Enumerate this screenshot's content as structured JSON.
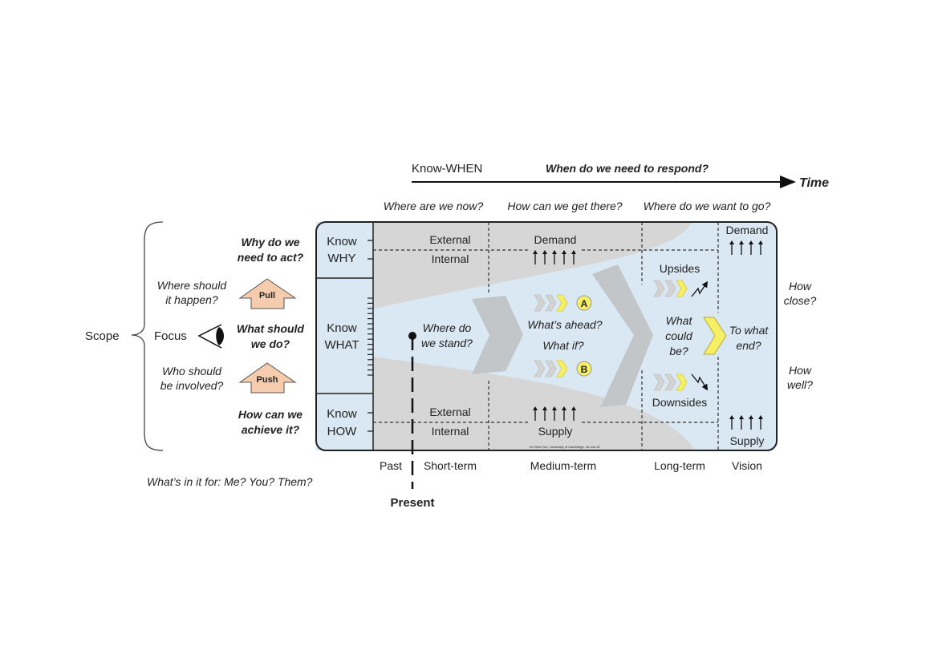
{
  "header": {
    "know_when": "Know-WHEN",
    "question": "When do we need to respond?",
    "time_label": "Time"
  },
  "column_questions": [
    "Where are we now?",
    "How can we get there?",
    "Where do we want to go?"
  ],
  "rows": {
    "why": {
      "label1": "Know",
      "label2": "WHY"
    },
    "what": {
      "label1": "Know",
      "label2": "WHAT"
    },
    "how": {
      "label1": "Know",
      "label2": "HOW"
    }
  },
  "cells": {
    "top_external": "External",
    "top_internal": "Internal",
    "bottom_external": "External",
    "bottom_internal": "Internal",
    "demand": "Demand",
    "supply": "Supply",
    "vision_demand": "Demand",
    "vision_supply": "Supply",
    "upsides": "Upsides",
    "downsides": "Downsides",
    "where_stand_1": "Where do",
    "where_stand_2": "we stand?",
    "whats_ahead": "What’s ahead?",
    "what_if": "What if?",
    "scenario_a": "A",
    "scenario_b": "B",
    "what_could_1": "What",
    "what_could_2": "could",
    "what_could_3": "be?",
    "to_what_1": "To what",
    "to_what_2": "end?",
    "credit": "Dr Clive Kerr, University of Cambridge, 16-Jun-21"
  },
  "right_questions": {
    "how_close_1": "How",
    "how_close_2": "close?",
    "how_well_1": "How",
    "how_well_2": "well?"
  },
  "left": {
    "scope": "Scope",
    "focus": "Focus",
    "why_1": "Why do we",
    "why_2": "need to act?",
    "where_1": "Where should",
    "where_2": "it happen?",
    "pull": "Pull",
    "what_1": "What should",
    "what_2": "we do?",
    "who_1": "Who should",
    "who_2": "be involved?",
    "push": "Push",
    "how_1": "How can we",
    "how_2": "achieve it?",
    "whats_in_it": "What’s in it for: Me? You? Them?"
  },
  "timeline": {
    "past": "Past",
    "short": "Short-term",
    "medium": "Medium-term",
    "long": "Long-term",
    "vision": "Vision",
    "present": "Present"
  },
  "colors": {
    "light_blue": "#d9e8f2",
    "grey": "#d6d6d6",
    "chevron_grey": "#c3c6c9",
    "yellow": "#f7f064",
    "peach": "#f5ccad"
  }
}
